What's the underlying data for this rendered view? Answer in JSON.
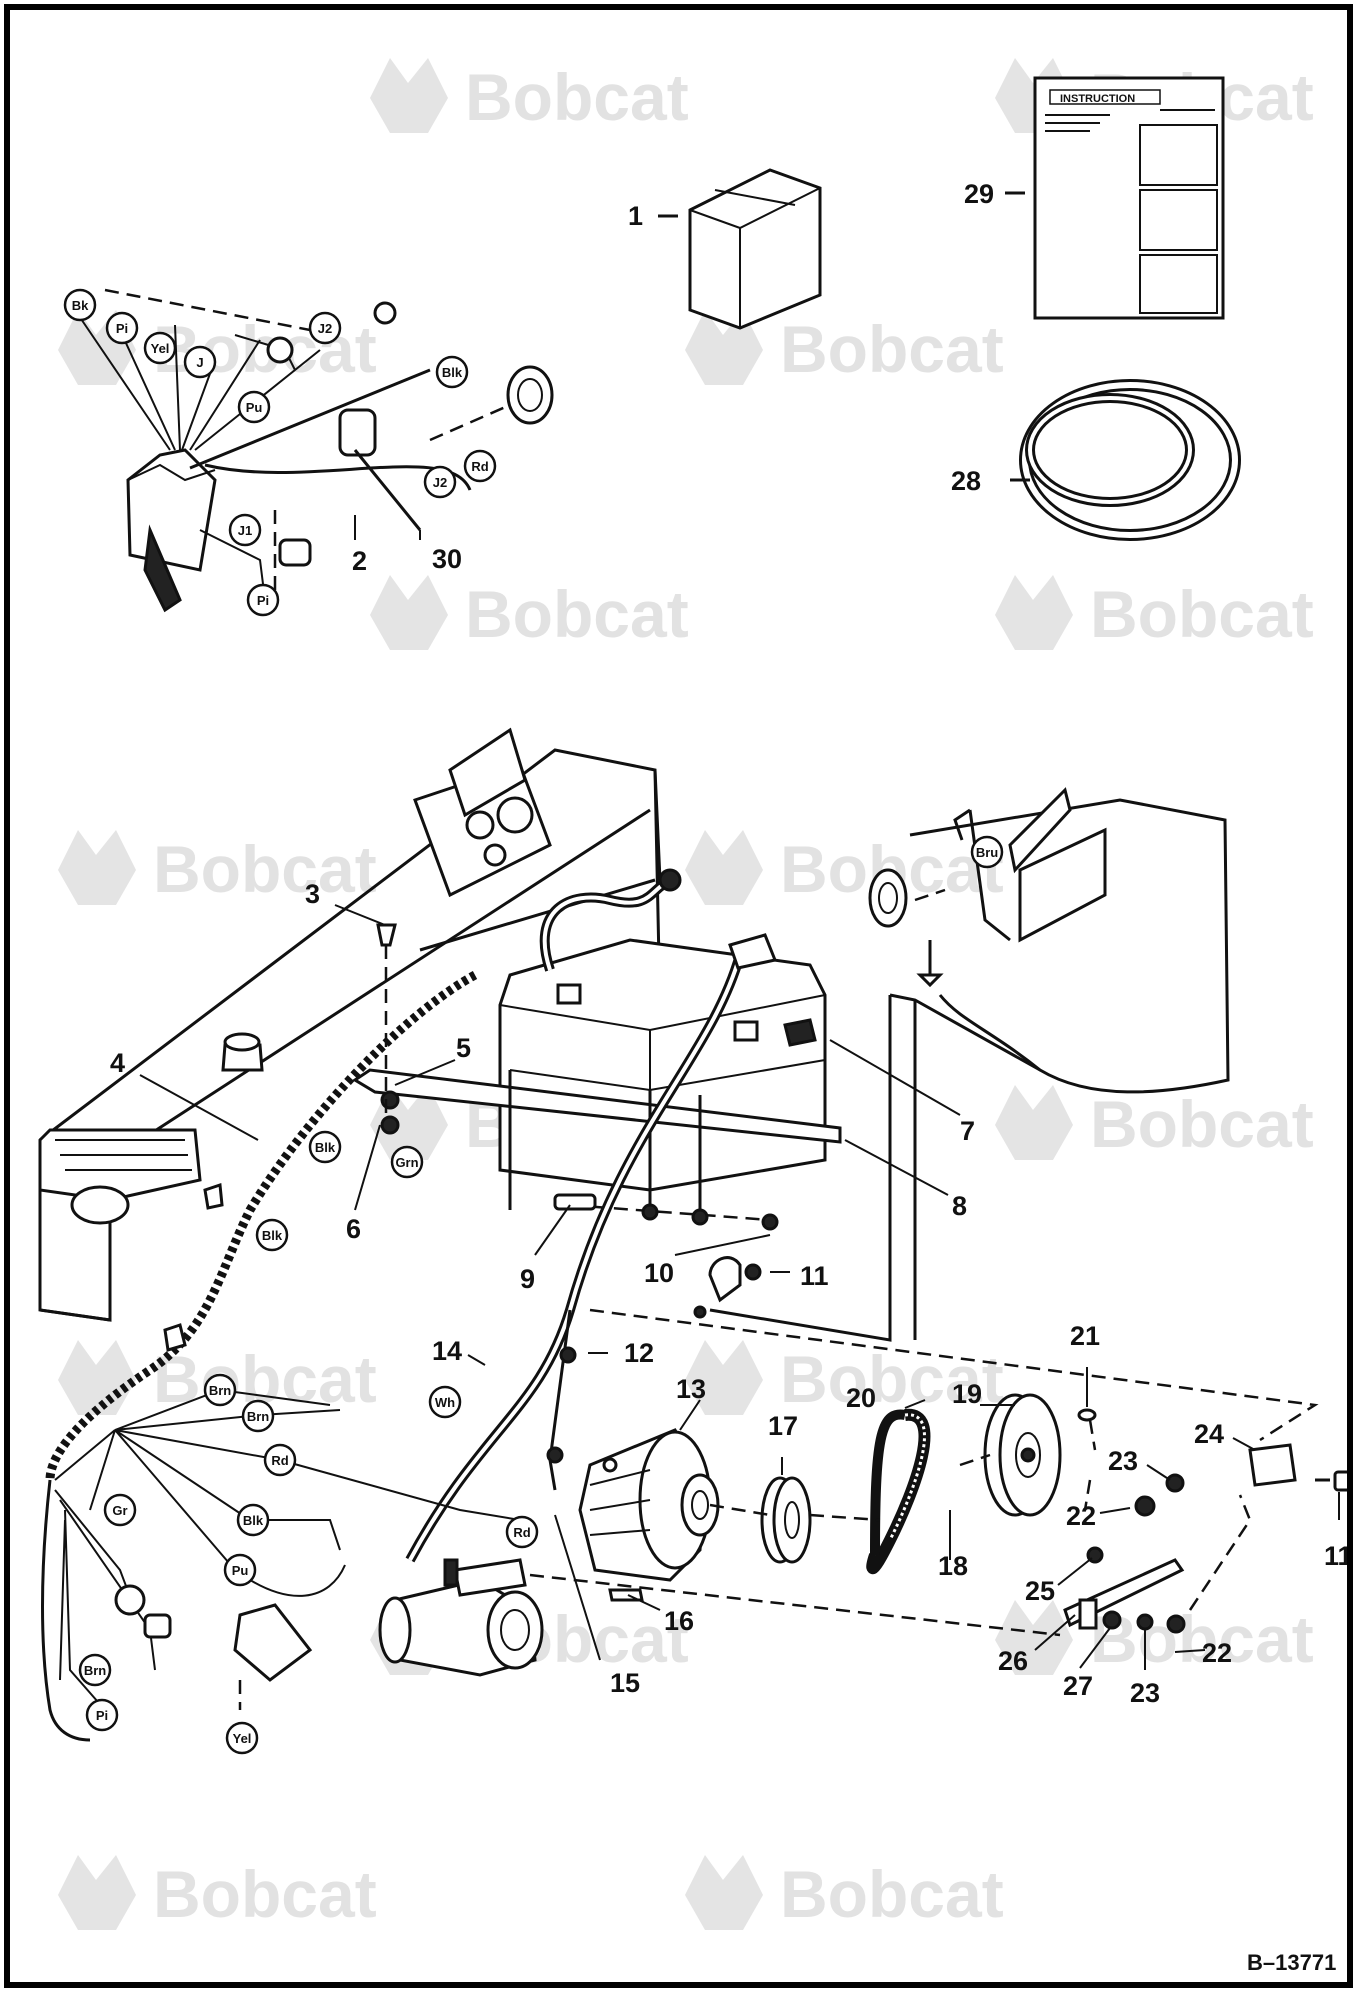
{
  "figure_ref": "B–13771",
  "watermark_text": "Bobcat",
  "decal_title": "INSTRUCTION",
  "callouts": [
    "1",
    "2",
    "3",
    "4",
    "5",
    "6",
    "7",
    "8",
    "9",
    "10",
    "11",
    "11",
    "12",
    "13",
    "14",
    "15",
    "16",
    "17",
    "18",
    "19",
    "20",
    "21",
    "22",
    "22",
    "23",
    "23",
    "24",
    "25",
    "26",
    "27",
    "28",
    "29",
    "30"
  ],
  "wire_tags": [
    "Bk",
    "Pi",
    "Yel",
    "J",
    "Pu",
    "J2",
    "Blk",
    "Rd",
    "J2",
    "J1",
    "Pi",
    "Bru",
    "Blk",
    "Blk",
    "Grn",
    "Brn",
    "Brn",
    "Rd",
    "Blk",
    "Pu",
    "Gr",
    "Wh",
    "Rd",
    "Brn",
    "Pi",
    "Yel"
  ]
}
